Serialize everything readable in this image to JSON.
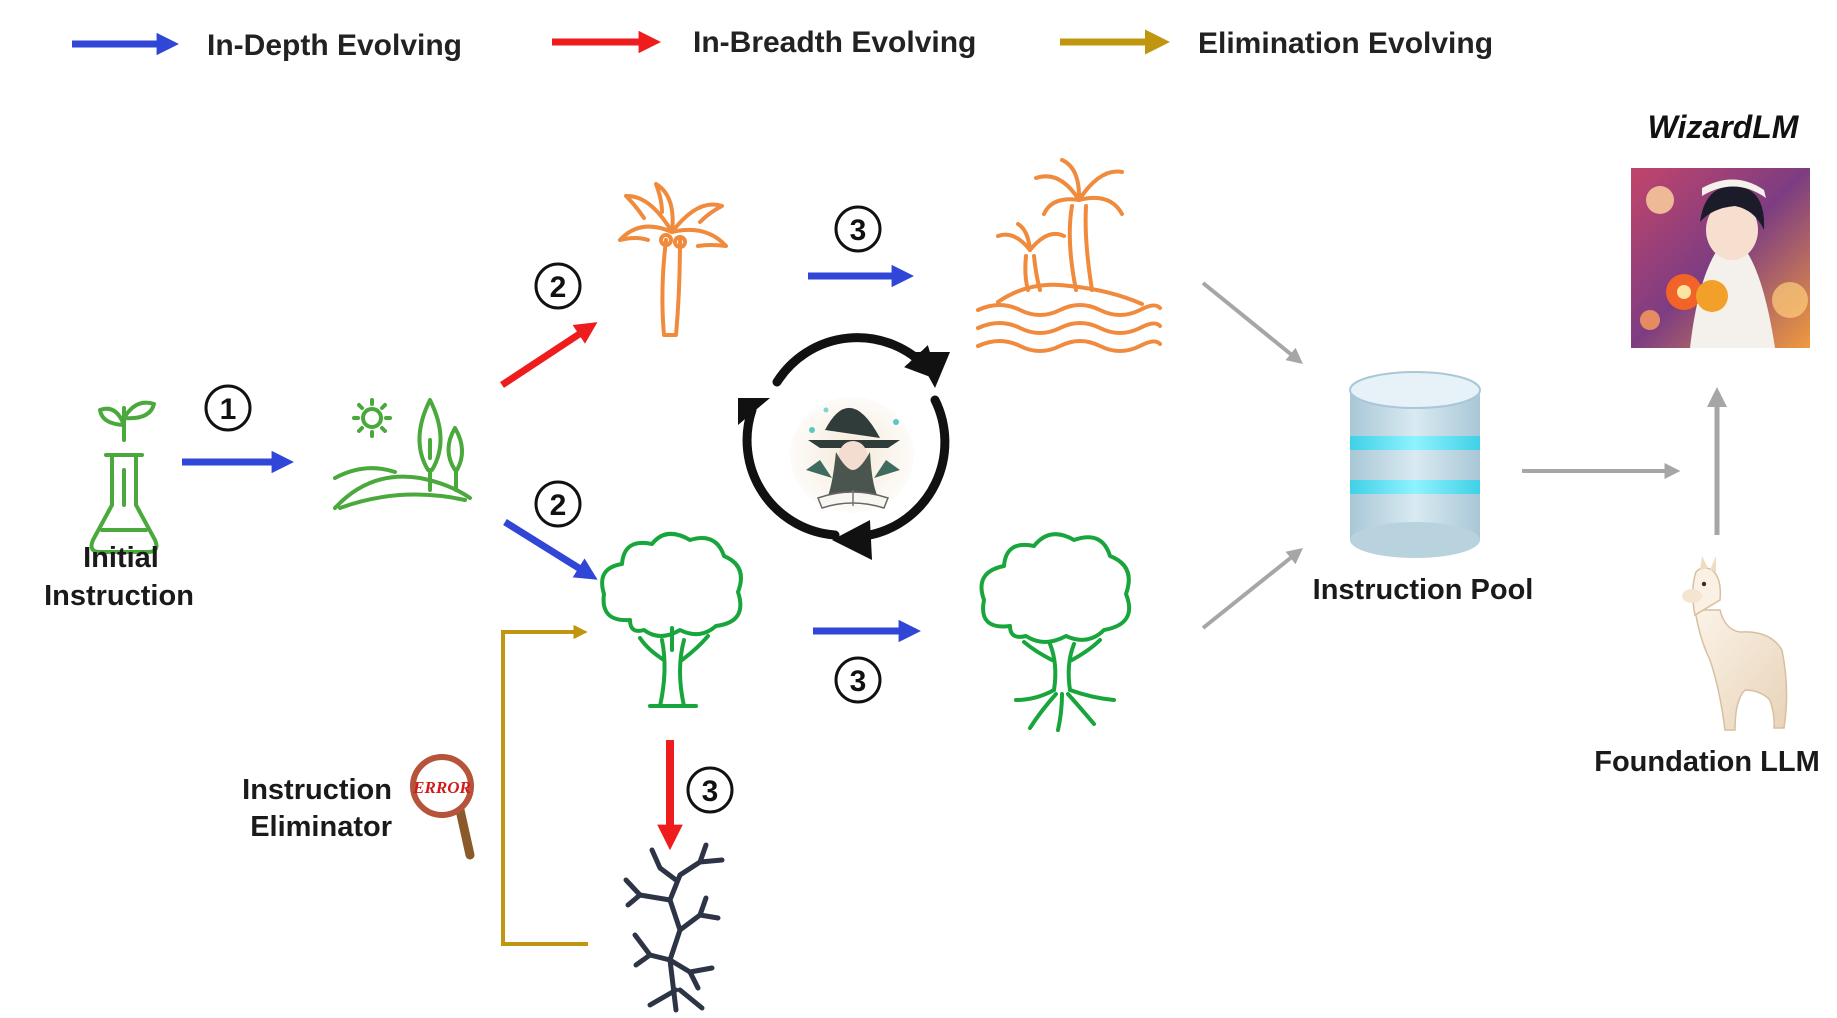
{
  "legend": {
    "in_depth": "In-Depth Evolving",
    "in_breadth": "In-Breadth Evolving",
    "elimination": "Elimination Evolving"
  },
  "labels": {
    "initial_line1": "Initial",
    "initial_line2": "Instruction",
    "eliminator_line1": "Instruction",
    "eliminator_line2": "Eliminator",
    "error_stamp": "ERROR",
    "instruction_pool": "Instruction Pool",
    "foundation_llm": "Foundation LLM",
    "wizardlm": "WizardLM"
  },
  "steps": {
    "one": "1",
    "two": "2",
    "three": "3"
  },
  "colors": {
    "in_depth": "#2f46d6",
    "in_breadth": "#ee1c1c",
    "elimination": "#c0950f",
    "seed_green": "#4aa83c",
    "tree_green": "#18a53c",
    "palm_orange": "#f08a3c",
    "withered": "#2c3446",
    "flow_gray": "#a6a6a6"
  },
  "icons": [
    "arrow-icon",
    "sprout-flask-icon",
    "landscape-icon",
    "palm-tree-icon",
    "island-icon",
    "tree-icon",
    "rooted-tree-icon",
    "withered-tree-icon",
    "magnifier-icon",
    "database-icon",
    "alpaca-icon",
    "wizard-icon",
    "cycle-icon"
  ]
}
